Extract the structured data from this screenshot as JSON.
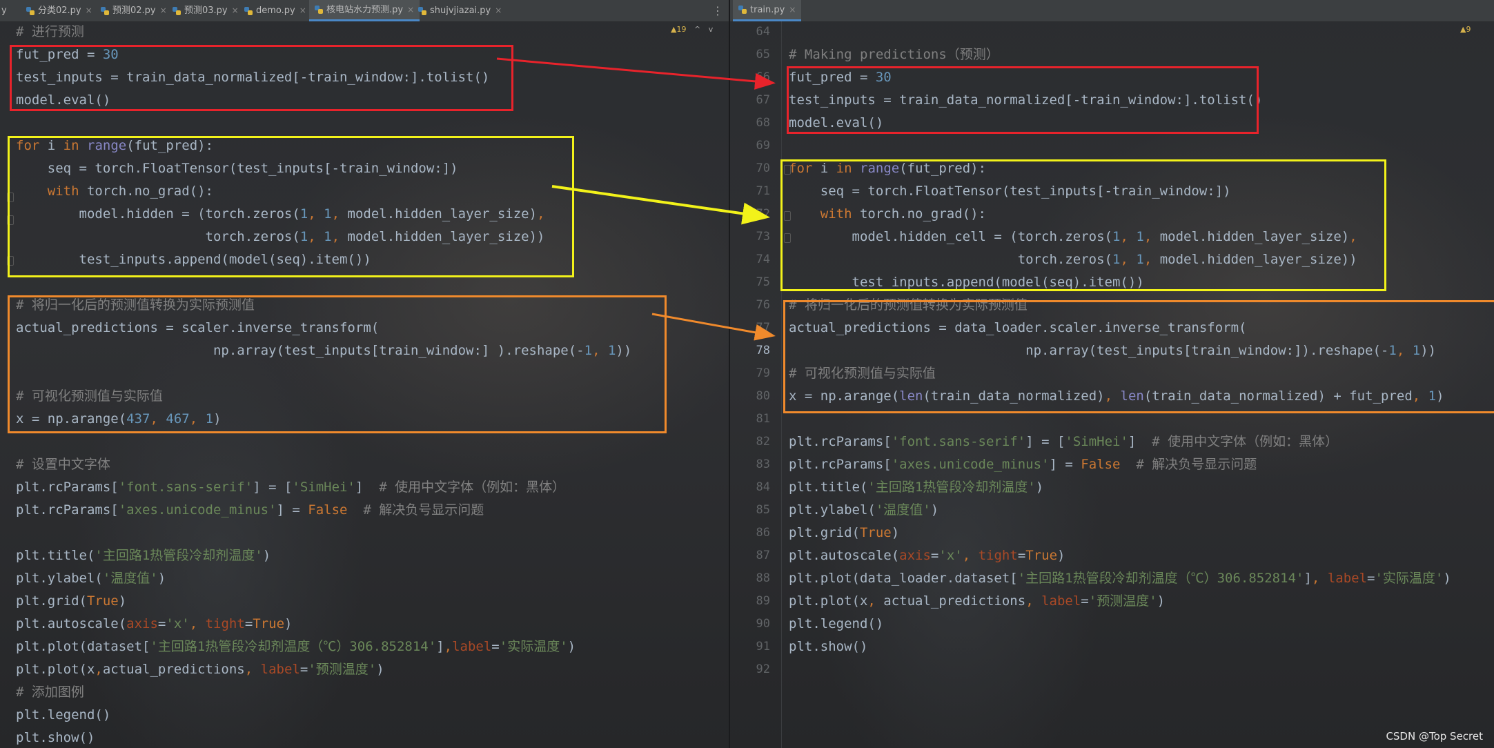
{
  "left_editor": {
    "tabs": [
      {
        "label": "y",
        "icon": "none",
        "active": false
      },
      {
        "label": "分类02.py",
        "icon": "python-file-icon",
        "active": false
      },
      {
        "label": "预测02.py",
        "icon": "python-file-icon",
        "active": false
      },
      {
        "label": "预测03.py",
        "icon": "python-file-icon",
        "active": false
      },
      {
        "label": "demo.py",
        "icon": "python-file-icon",
        "active": false
      },
      {
        "label": "核电站水力预测.py",
        "icon": "python-file-icon",
        "active": true
      },
      {
        "label": "shujvjiazai.py",
        "icon": "python-file-icon",
        "active": false
      }
    ],
    "more_tabs_label": "⋮",
    "inspection": {
      "warnings": "▲19",
      "up": "^",
      "down": "v"
    },
    "lines": [
      "# 进行预测",
      "fut_pred = 30",
      "test_inputs = train_data_normalized[-train_window:].tolist()",
      "model.eval()",
      "",
      "for i in range(fut_pred):",
      "    seq = torch.FloatTensor(test_inputs[-train_window:])",
      "    with torch.no_grad():",
      "        model.hidden = (torch.zeros(1, 1, model.hidden_layer_size),",
      "                        torch.zeros(1, 1, model.hidden_layer_size))",
      "        test_inputs.append(model(seq).item())",
      "",
      "# 将归一化后的预测值转换为实际预测值",
      "actual_predictions = scaler.inverse_transform(",
      "                         np.array(test_inputs[train_window:] ).reshape(-1, 1))",
      "",
      "# 可视化预测值与实际值",
      "x = np.arange(437, 467, 1)",
      "",
      "# 设置中文字体",
      "plt.rcParams['font.sans-serif'] = ['SimHei']  # 使用中文字体（例如：黑体）",
      "plt.rcParams['axes.unicode_minus'] = False  # 解决负号显示问题",
      "",
      "plt.title('主回路1热管段冷却剂温度')",
      "plt.ylabel('温度值')",
      "plt.grid(True)",
      "plt.autoscale(axis='x', tight=True)",
      "plt.plot(dataset['主回路1热管段冷却剂温度（℃）306.852814'],label='实际温度')",
      "plt.plot(x,actual_predictions, label='预测温度')",
      "# 添加图例",
      "plt.legend()",
      "plt.show()"
    ]
  },
  "right_editor": {
    "tabs": [
      {
        "label": "train.py",
        "icon": "python-file-icon",
        "active": true
      }
    ],
    "inspection": {
      "warnings": "▲9"
    },
    "line_numbers": [
      "64",
      "65",
      "66",
      "67",
      "68",
      "69",
      "70",
      "71",
      "72",
      "73",
      "74",
      "75",
      "76",
      "77",
      "78",
      "79",
      "80",
      "81",
      "82",
      "83",
      "84",
      "85",
      "86",
      "87",
      "88",
      "89",
      "90",
      "91",
      "92"
    ],
    "current_line": "78",
    "lines": [
      "",
      "# Making predictions（预测）",
      "fut_pred = 30",
      "test_inputs = train_data_normalized[-train_window:].tolist()",
      "model.eval()",
      "",
      "for i in range(fut_pred):",
      "    seq = torch.FloatTensor(test_inputs[-train_window:])",
      "    with torch.no_grad():",
      "        model.hidden_cell = (torch.zeros(1, 1, model.hidden_layer_size),",
      "                             torch.zeros(1, 1, model.hidden_layer_size))",
      "        test_inputs.append(model(seq).item())",
      "# 将归一化后的预测值转换为实际预测值",
      "actual_predictions = data_loader.scaler.inverse_transform(",
      "                              np.array(test_inputs[train_window:]).reshape(-1, 1))",
      "# 可视化预测值与实际值",
      "x = np.arange(len(train_data_normalized), len(train_data_normalized) + fut_pred, 1)",
      "",
      "plt.rcParams['font.sans-serif'] = ['SimHei']  # 使用中文字体（例如：黑体）",
      "plt.rcParams['axes.unicode_minus'] = False  # 解决负号显示问题",
      "plt.title('主回路1热管段冷却剂温度')",
      "plt.ylabel('温度值')",
      "plt.grid(True)",
      "plt.autoscale(axis='x', tight=True)",
      "plt.plot(data_loader.dataset['主回路1热管段冷却剂温度（℃）306.852814'], label='实际温度')",
      "plt.plot(x, actual_predictions, label='预测温度')",
      "plt.legend()",
      "plt.show()",
      ""
    ]
  },
  "annotation_colors": {
    "red": "#e8232b",
    "yellow": "#f2f21a",
    "orange": "#f08a2c"
  },
  "watermark": "CSDN @Top Secret"
}
